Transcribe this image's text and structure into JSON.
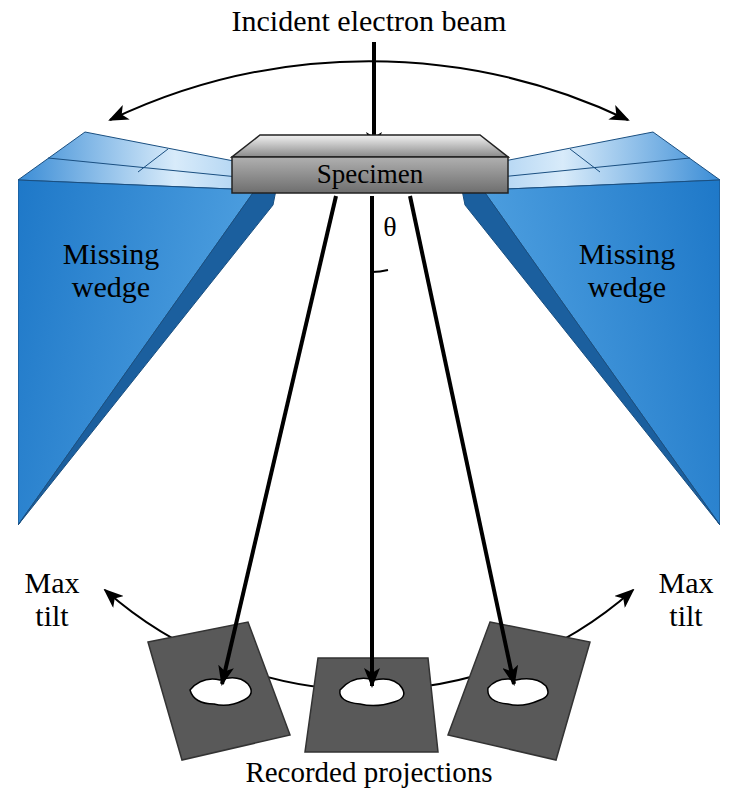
{
  "diagram": {
    "nodes": [
      {
        "text": [
          "Missing wedge"
        ]
      },
      {
        "text": [
          "Specimen"
        ]
      },
      {
        "text": [
          "Missing wedge"
        ]
      }
    ],
    "labels": [
      "Incident electron beam",
      "θ",
      "Max tilt",
      "Max tilt",
      "Recorded projections"
    ]
  }
}
